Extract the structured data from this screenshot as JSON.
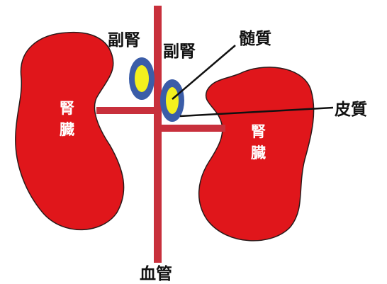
{
  "labels": {
    "adrenal_left": "副腎",
    "adrenal_right": "副腎",
    "medulla": "髄質",
    "cortex": "皮質",
    "kidney_left_line1": "腎",
    "kidney_left_line2": "臓",
    "kidney_right_line1": "腎",
    "kidney_right_line2": "臓",
    "blood_vessel": "血管"
  },
  "colors": {
    "kidney": "#e0161b",
    "kidney_outline": "#2a1a1a",
    "vessel": "#c8303c",
    "adrenal_cortex": "#3b5da8",
    "adrenal_medulla": "#f4f01e",
    "background": "#ffffff"
  }
}
